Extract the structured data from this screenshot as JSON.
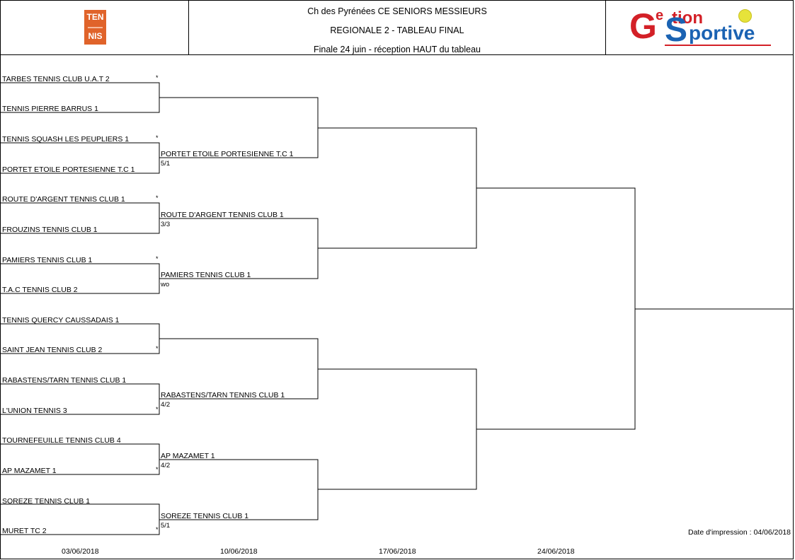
{
  "header": {
    "title": "Ch des Pyrénées CE SENIORS MESSIEURS",
    "subtitle": "REGIONALE 2 - TABLEAU FINAL",
    "note": "Finale 24 juin - réception HAUT du tableau",
    "tennis_logo": {
      "line1": "TEN",
      "line2": "NIS"
    },
    "gs_logo": {
      "g": "G",
      "e": "e",
      "tion": "tion",
      "s": "S",
      "portive": "portive"
    }
  },
  "round1": [
    {
      "name": "TARBES TENNIS CLUB U.A.T 2",
      "seed": "*"
    },
    {
      "name": "TENNIS PIERRE BARRUS 1",
      "seed": ""
    },
    {
      "name": "TENNIS SQUASH LES PEUPLIERS 1",
      "seed": "*"
    },
    {
      "name": "PORTET ETOILE PORTESIENNE T.C 1",
      "seed": ""
    },
    {
      "name": "ROUTE D'ARGENT TENNIS CLUB 1",
      "seed": "*"
    },
    {
      "name": "FROUZINS TENNIS CLUB 1",
      "seed": ""
    },
    {
      "name": "PAMIERS TENNIS CLUB 1",
      "seed": "*"
    },
    {
      "name": "T.A.C TENNIS CLUB 2",
      "seed": ""
    },
    {
      "name": "TENNIS QUERCY CAUSSADAIS 1",
      "seed": ""
    },
    {
      "name": "SAINT JEAN TENNIS CLUB 2",
      "seed": "*"
    },
    {
      "name": "RABASTENS/TARN TENNIS CLUB 1",
      "seed": ""
    },
    {
      "name": "L'UNION TENNIS 3",
      "seed": "*"
    },
    {
      "name": "TOURNEFEUILLE TENNIS CLUB 4",
      "seed": ""
    },
    {
      "name": "AP MAZAMET 1",
      "seed": "*"
    },
    {
      "name": "SOREZE TENNIS CLUB 1",
      "seed": ""
    },
    {
      "name": "MURET TC 2",
      "seed": "*"
    }
  ],
  "round2": [
    {
      "name": "",
      "score": ""
    },
    {
      "name": "PORTET ETOILE PORTESIENNE T.C 1",
      "score": "5/1"
    },
    {
      "name": "ROUTE D'ARGENT TENNIS CLUB 1",
      "score": "3/3"
    },
    {
      "name": "PAMIERS TENNIS CLUB 1",
      "score": "wo"
    },
    {
      "name": "",
      "score": ""
    },
    {
      "name": "RABASTENS/TARN TENNIS CLUB 1",
      "score": "4/2"
    },
    {
      "name": "AP MAZAMET 1",
      "score": "4/2"
    },
    {
      "name": "SOREZE TENNIS CLUB 1",
      "score": "5/1"
    }
  ],
  "dates": [
    "03/06/2018",
    "10/06/2018",
    "17/06/2018",
    "24/06/2018"
  ],
  "print_date": "Date d'impression : 04/06/2018"
}
